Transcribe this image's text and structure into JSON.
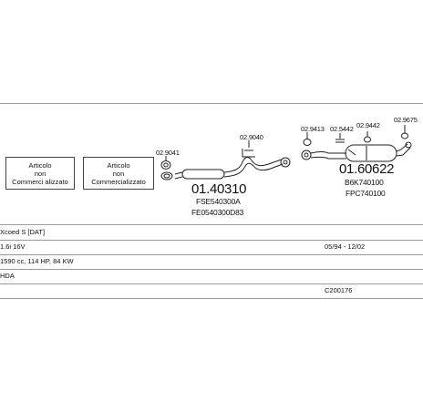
{
  "boxes": {
    "left": {
      "line1": "Articolo",
      "line2": "non",
      "line3": "Commerci alizzato"
    },
    "right": {
      "line1": "Articolo",
      "line2": "non",
      "line3": "Commercializzato"
    }
  },
  "part_codes": {
    "clamp_left": "02.9041",
    "clamp_mid": "02.9040",
    "clamp_r1": "02.9413",
    "clamp_r2": "02.5442",
    "clamp_r3": "02.9442",
    "clamp_r4": "02.9675"
  },
  "main_parts": {
    "middle": {
      "number": "01.40310",
      "ref1": "FSE540300A",
      "ref2": "FE0540300D83"
    },
    "rear": {
      "number": "01.60622",
      "ref1": "B6K740100",
      "ref2": "FPC740100"
    }
  },
  "vehicle_rows": [
    {
      "left": "Xcoed S  [DAT]",
      "right": ""
    },
    {
      "left": "1.6i 16V",
      "right": "05/94 - 12/02"
    },
    {
      "left": "1590 cc, 114 HP, 84 KW",
      "right": ""
    },
    {
      "left": "HDA",
      "right": ""
    },
    {
      "left": "",
      "right": "C200176"
    }
  ]
}
